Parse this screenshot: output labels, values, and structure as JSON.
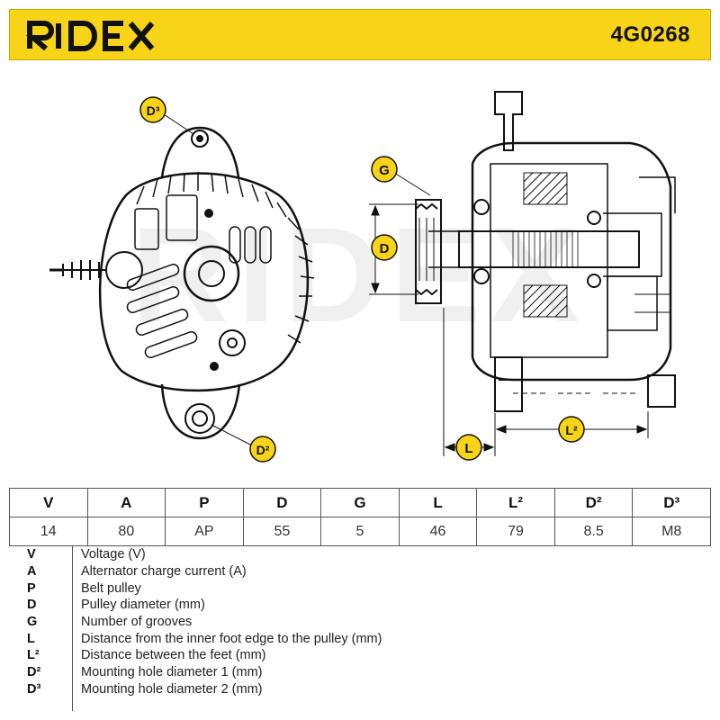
{
  "brand": "RIDEX",
  "part_number": "4G0268",
  "watermark": "RIDEX",
  "labels": {
    "g": "G",
    "d": "D",
    "l": "L",
    "l2": "L²",
    "d2": "D²",
    "d3": "D³"
  },
  "colors": {
    "accent": "#f7d417",
    "ink": "#111111"
  },
  "table": {
    "headers": [
      "V",
      "A",
      "P",
      "D",
      "G",
      "L",
      "L²",
      "D²",
      "D³"
    ],
    "values": [
      "14",
      "80",
      "AP",
      "55",
      "5",
      "46",
      "79",
      "8.5",
      "M8"
    ]
  },
  "legend": [
    {
      "sym": "V",
      "desc": "Voltage (V)"
    },
    {
      "sym": "A",
      "desc": "Alternator charge current (A)"
    },
    {
      "sym": "P",
      "desc": "Belt pulley"
    },
    {
      "sym": "D",
      "desc": "Pulley diameter (mm)"
    },
    {
      "sym": "G",
      "desc": "Number of grooves"
    },
    {
      "sym": "L",
      "desc": "Distance from the inner foot edge to the pulley (mm)"
    },
    {
      "sym": "L²",
      "desc": "Distance between the feet (mm)"
    },
    {
      "sym": "D²",
      "desc": "Mounting hole diameter 1 (mm)"
    },
    {
      "sym": "D³",
      "desc": "Mounting hole diameter 2 (mm)"
    }
  ]
}
